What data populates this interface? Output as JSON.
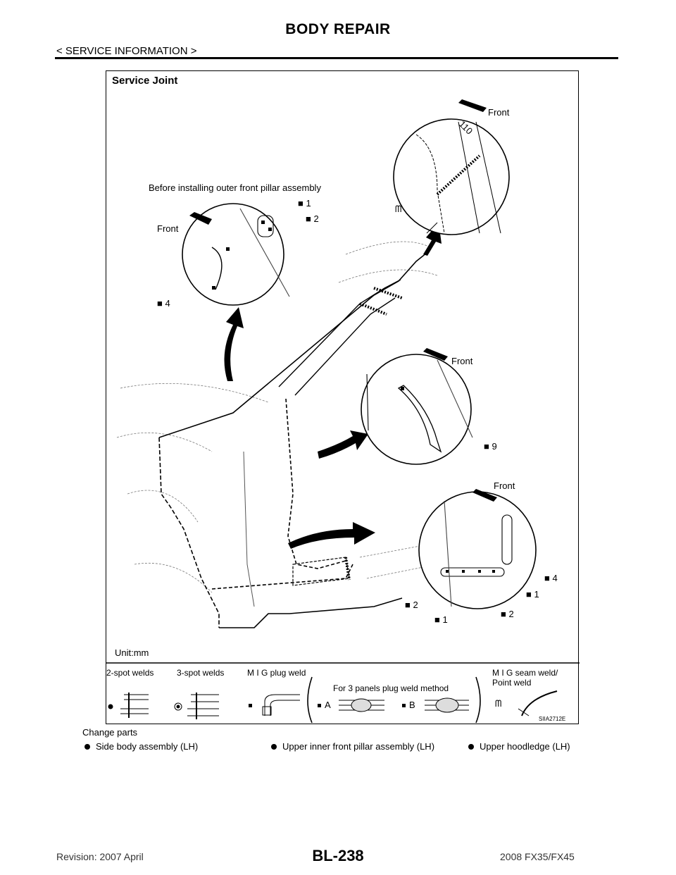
{
  "header": {
    "title": "BODY REPAIR",
    "section": "< SERVICE INFORMATION >"
  },
  "figure": {
    "title": "Service Joint",
    "before_note": "Before installing outer front pillar assembly",
    "front_label": "Front",
    "dimension": "110",
    "unit": "Unit:mm",
    "code": "SIIA2712E",
    "callouts": {
      "c1": "1",
      "c2": "2",
      "c4": "4",
      "c9": "9"
    },
    "legend": {
      "spot2": "2-spot welds",
      "spot3": "3-spot welds",
      "mig_plug": "M I G plug weld",
      "three_panels": "For 3 panels plug weld method",
      "a": "A",
      "b": "B",
      "seam_1": "M I G seam weld/",
      "seam_2": "Point weld"
    }
  },
  "caption": "Change parts",
  "change_parts": [
    "Side body assembly (LH)",
    "Upper inner front pillar assembly (LH)",
    "Upper hoodledge (LH)"
  ],
  "footer": {
    "revision": "Revision: 2007 April",
    "page": "BL-238",
    "model": "2008 FX35/FX45"
  },
  "colors": {
    "ink": "#000000",
    "sketch": "#444444"
  }
}
